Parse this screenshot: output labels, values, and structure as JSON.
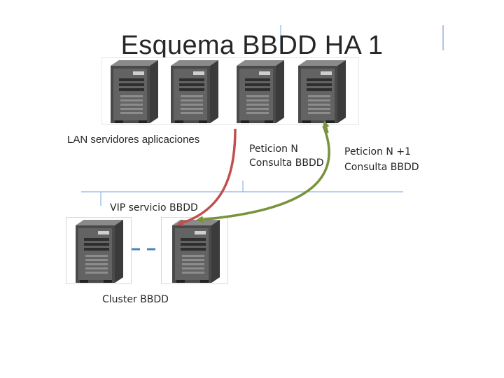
{
  "title": "Esquema BBDD HA 1",
  "labels": {
    "lan": "LAN servidores aplicaciones",
    "vip": "VIP servicio BBDD",
    "cluster": "Cluster BBDD",
    "peticion_n_line1": "Peticion N",
    "peticion_n_line2": "Consulta BBDD",
    "peticion_n1_line1": "Peticion N +1",
    "peticion_n1_line2": "Consulta BBDD"
  },
  "icons": {
    "app_server": "tower-server-icon",
    "db_server": "tower-server-icon"
  },
  "colors": {
    "arrow_peticion_n": "#c0504d",
    "arrow_peticion_n1": "#77933c",
    "cluster_link": "#4f81bd",
    "lan_line": "#8eb4e3",
    "vertical_marks": "#95b3d7"
  }
}
